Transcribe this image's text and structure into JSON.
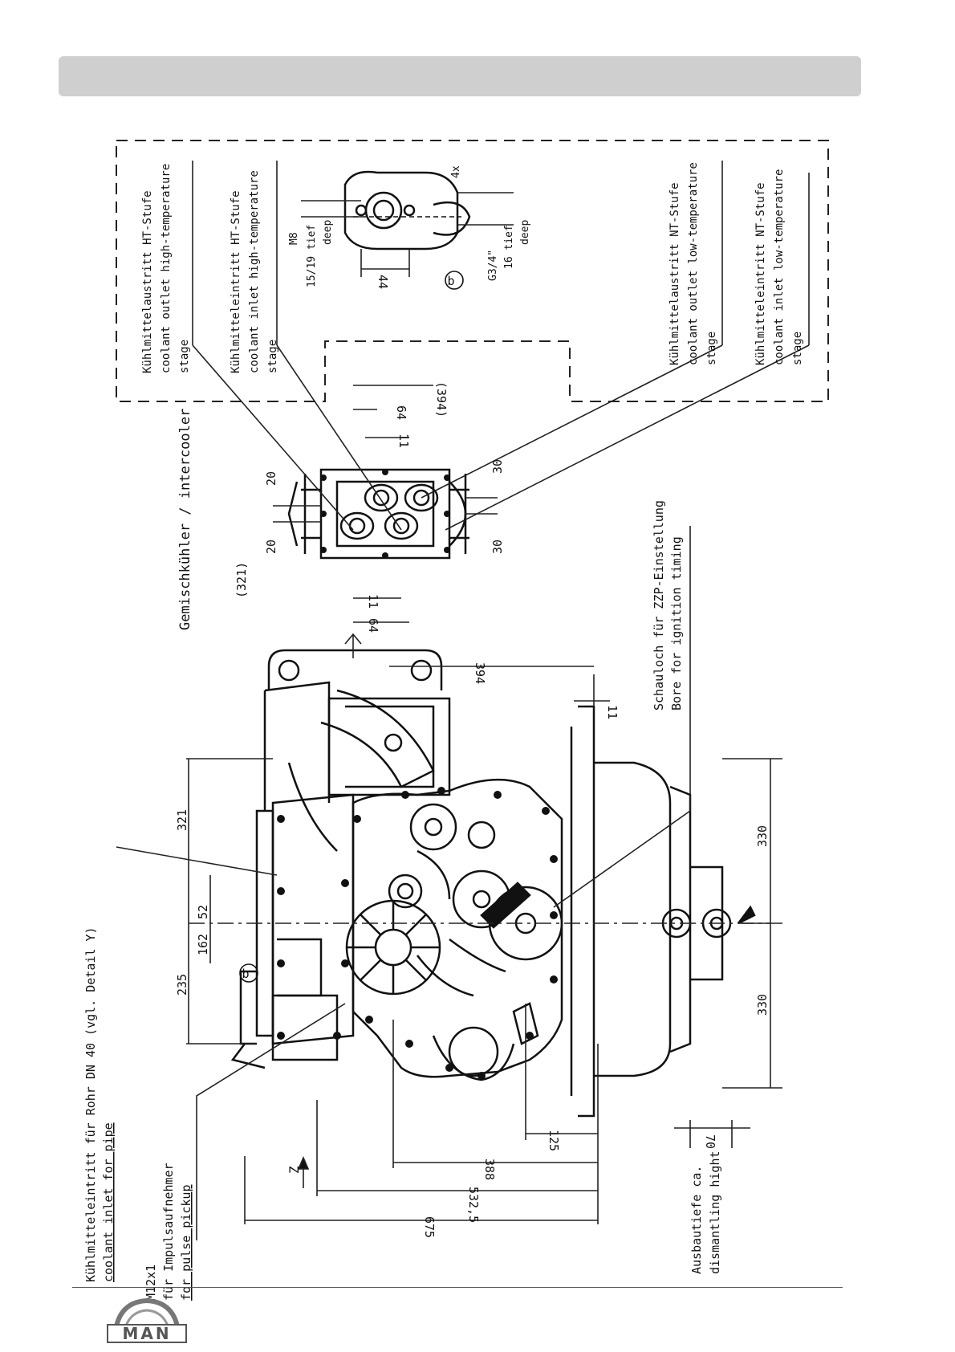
{
  "header": {
    "bar_color": "#cfcfcf"
  },
  "labels": {
    "coolant_inlet_pipe_de": "Kühlmitteleintritt für Rohr DN 40 (vgl. Detail Y)",
    "coolant_inlet_pipe_en": "coolant inlet for pipe",
    "m12x1": "M12x1",
    "pulse_pickup_de": "für Impulsaufnehmer",
    "pulse_pickup_en": "for pulse pickup",
    "dismantling_de": "Ausbautiefe ca.",
    "dismantling_en": "dismantling hight",
    "intercooler": "Gemischkühler / intercooler",
    "timing_de": "Schauloch für ZZP-Einstellung",
    "timing_en": "Bore for ignition timing",
    "ht_outlet_de": "Kühlmittelaustritt HT-Stufe",
    "ht_outlet_en": "coolant outlet high-temperature",
    "ht_inlet_de": "Kühlmitteleintritt HT-Stufe",
    "ht_inlet_en": "coolant inlet high-temperature",
    "lt_outlet_de": "Kühlmittelaustritt NT-Stufe",
    "lt_outlet_en": "coolant outlet low-temperature",
    "lt_inlet_de": "Kühlmitteleintritt NT-Stufe",
    "lt_inlet_en": "coolant inlet low-temperature",
    "stage": "stage",
    "detail_b": "b",
    "view_z": "Z",
    "m8": "M8",
    "m8_depth": "15/19 tief",
    "deep": "deep",
    "g34": "G3/4\"",
    "g34_depth": "16 tief",
    "count_4x": "4x"
  },
  "dimensions": {
    "d675": "675",
    "d532": "532,5",
    "d388": "388",
    "d125": "125",
    "d70": "70",
    "d235": "235",
    "d162": "162",
    "d52": "52",
    "d321": "321",
    "d330a": "330",
    "d330b": "330",
    "d394": "394",
    "d11": "11",
    "d321p": "(321)",
    "d394p": "(394)",
    "d64a": "64",
    "d64b": "64",
    "d11a": "11",
    "d11b": "11",
    "d20a": "20",
    "d20b": "20",
    "d30a": "30",
    "d30b": "30",
    "d44": "44"
  },
  "logo": {
    "text": "MAN"
  }
}
